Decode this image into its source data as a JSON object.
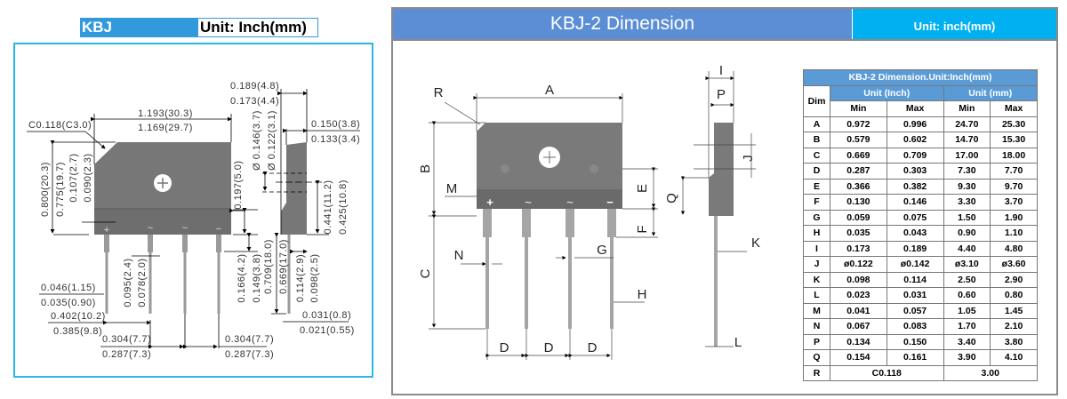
{
  "left": {
    "title": "KBJ",
    "unit": "Unit: Inch(mm)",
    "labels": {
      "w_max": "1.193(30.3)",
      "w_min": "1.169(29.7)",
      "chamfer": "C0.118(C3.0)",
      "t_max": "0.189(4.8)",
      "t_min": "0.173(4.4)",
      "s_max": "0.150(3.8)",
      "s_min": "0.133(3.4)",
      "h_max": "0.800(20.3)",
      "h_min": "0.775(19.7)",
      "e_max": "0.107(2.7)",
      "e_min": "0.090(2.3)",
      "band": "0.197(5.0)",
      "hole_max": "Ø 0.146(3.7)",
      "hole_min": "Ø 0.122(3.1)",
      "hc_max": "0.441(11.2)",
      "hc_min": "0.425(10.8)",
      "lw_max": "0.095(2.4)",
      "lw_min": "0.078(2.0)",
      "ls_max": "0.166(4.2)",
      "ls_min": "0.149(3.8)",
      "ll_max": "0.709(18.0)",
      "ll_min": "0.669(17.0)",
      "lt_max": "0.114(2.9)",
      "lt_min": "0.098(2.5)",
      "ld_max": "0.046(1.15)",
      "ld_min": "0.035(0.90)",
      "p1_max": "0.402(10.2)",
      "p1_min": "0.385(9.8)",
      "p2_max": "0.304(7.7)",
      "p2_min": "0.287(7.3)",
      "p3_max": "0.304(7.7)",
      "p3_min": "0.287(7.3)",
      "lth_max": "0.031(0.8)",
      "lth_min": "0.021(0.55)"
    },
    "terminals": [
      "+",
      "~",
      "~",
      "−"
    ]
  },
  "right": {
    "title": "KBJ-2 Dimension",
    "unit": "Unit: inch(mm)",
    "letters": {
      "A": "A",
      "R": "R",
      "B": "B",
      "M": "M",
      "E": "E",
      "F": "F",
      "C": "C",
      "N": "N",
      "G": "G",
      "H": "H",
      "D": "D",
      "I": "I",
      "P": "P",
      "J": "J",
      "Q": "Q",
      "K": "K",
      "L": "L"
    },
    "terminals": [
      "+",
      "~",
      "~",
      "−"
    ],
    "table": {
      "title": "KBJ-2 Dimension.Unit:Inch(mm)",
      "dim_header": "Dim",
      "inch_header": "Unit (Inch)",
      "mm_header": "Unit (mm)",
      "min": "Min",
      "max": "Max",
      "rows": [
        [
          "A",
          "0.972",
          "0.996",
          "24.70",
          "25.30"
        ],
        [
          "B",
          "0.579",
          "0.602",
          "14.70",
          "15.30"
        ],
        [
          "C",
          "0.669",
          "0.709",
          "17.00",
          "18.00"
        ],
        [
          "D",
          "0.287",
          "0.303",
          "7.30",
          "7.70"
        ],
        [
          "E",
          "0.366",
          "0.382",
          "9.30",
          "9.70"
        ],
        [
          "F",
          "0.130",
          "0.146",
          "3.30",
          "3.70"
        ],
        [
          "G",
          "0.059",
          "0.075",
          "1.50",
          "1.90"
        ],
        [
          "H",
          "0.035",
          "0.043",
          "0.90",
          "1.10"
        ],
        [
          "I",
          "0.173",
          "0.189",
          "4.40",
          "4.80"
        ],
        [
          "J",
          "ø0.122",
          "ø0.142",
          "ø3.10",
          "ø3.60"
        ],
        [
          "K",
          "0.098",
          "0.114",
          "2.50",
          "2.90"
        ],
        [
          "L",
          "0.023",
          "0.031",
          "0.60",
          "0.80"
        ],
        [
          "M",
          "0.041",
          "0.057",
          "1.05",
          "1.45"
        ],
        [
          "N",
          "0.067",
          "0.083",
          "1.70",
          "2.10"
        ],
        [
          "P",
          "0.134",
          "0.150",
          "3.40",
          "3.80"
        ],
        [
          "Q",
          "0.154",
          "0.161",
          "3.90",
          "4.10"
        ]
      ],
      "r_row": [
        "R",
        "C0.118",
        "3.00"
      ]
    }
  },
  "colors": {
    "kbj_blue": "#3399dd",
    "panel_border": "#29b6e8",
    "title_blue": "#5b8ed4",
    "unit_cyan": "#00b0f0",
    "body_gray": "#7a7a7a"
  }
}
